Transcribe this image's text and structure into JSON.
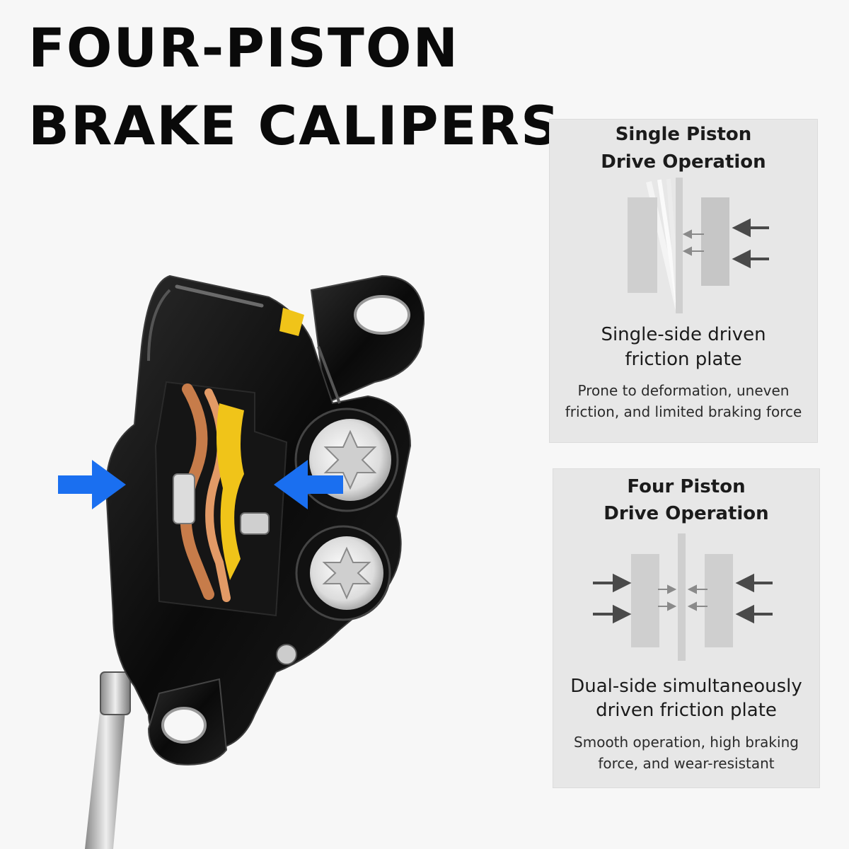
{
  "title": {
    "line1": "FOUR-PISTON",
    "line2": "BRAKE CALIPERS"
  },
  "panels": {
    "single": {
      "title_line1": "Single Piston",
      "title_line2": "Drive Operation",
      "subtitle_line1": "Single-side driven",
      "subtitle_line2": "friction plate",
      "desc_line1": "Prone to deformation, uneven",
      "desc_line2": "friction, and limited braking force"
    },
    "four": {
      "title_line1": "Four Piston",
      "title_line2": "Drive Operation",
      "subtitle_line1": "Dual-side simultaneously",
      "subtitle_line2": "driven friction plate",
      "desc_line1": "Smooth operation, high braking",
      "desc_line2": "force, and wear-resistant"
    }
  },
  "colors": {
    "force_arrow": "#1a6ff0",
    "caliper_body": "#0c0c0c",
    "brake_pad": "#f0c419",
    "friction_plate": "#c77c4a",
    "panel_bg": "#e7e7e7"
  }
}
